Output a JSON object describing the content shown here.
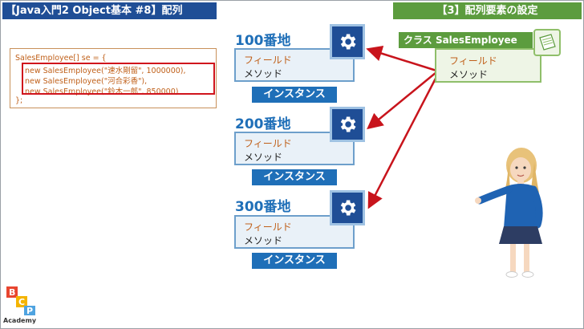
{
  "header": {
    "title": "【Java入門2 Object基本 #8】配列",
    "section": "【3】配列要素の設定"
  },
  "code": {
    "lines": [
      "SalesEmployee[] se = {",
      "new SalesEmployee(\"速水剛留\", 1000000),",
      "new SalesEmployee(\"河合彩香\"),",
      "new SalesEmployee(\"鈴木一郎\", 850000)",
      "};"
    ]
  },
  "instances": [
    {
      "address": "100番地",
      "field": "フィールド",
      "method": "メソッド",
      "label": "インスタンス"
    },
    {
      "address": "200番地",
      "field": "フィールド",
      "method": "メソッド",
      "label": "インスタンス"
    },
    {
      "address": "300番地",
      "field": "フィールド",
      "method": "メソッド",
      "label": "インスタンス"
    }
  ],
  "class_box": {
    "header": "クラス SalesEmployee",
    "field": "フィールド",
    "method": "メソッド"
  },
  "logo": {
    "letters": [
      "B",
      "C",
      "P"
    ],
    "name": "Academy"
  },
  "icons": {
    "gear": "gear-icon",
    "document": "document-icon"
  },
  "colors": {
    "primary_blue": "#1f4e96",
    "address_blue": "#1f6fb8",
    "class_green": "#5c9c3e",
    "arrow_red": "#c8141c",
    "field_orange": "#c0601a"
  }
}
